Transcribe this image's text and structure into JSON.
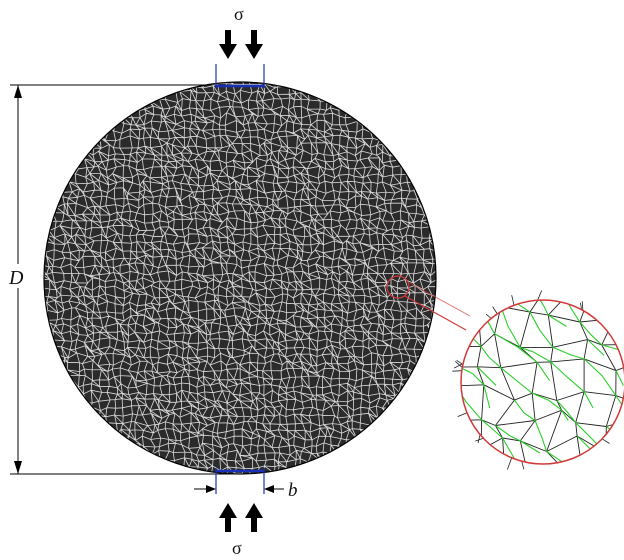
{
  "labels": {
    "sigma_top": "σ",
    "sigma_bottom": "σ",
    "diameter": "D",
    "width": "b"
  },
  "colors": {
    "mesh_fill": "#2b2b2b",
    "mesh_lines": "#dcdcdc",
    "outline": "#000000",
    "platen": "#1a2fb8",
    "zoom_circle": "#d23a3a",
    "zoom_mesh": "#222222",
    "zoom_highlight": "#28d028",
    "arrow": "#000000"
  },
  "icons": {
    "load_arrow_down": "arrow-down-icon",
    "load_arrow_up": "arrow-up-icon"
  }
}
